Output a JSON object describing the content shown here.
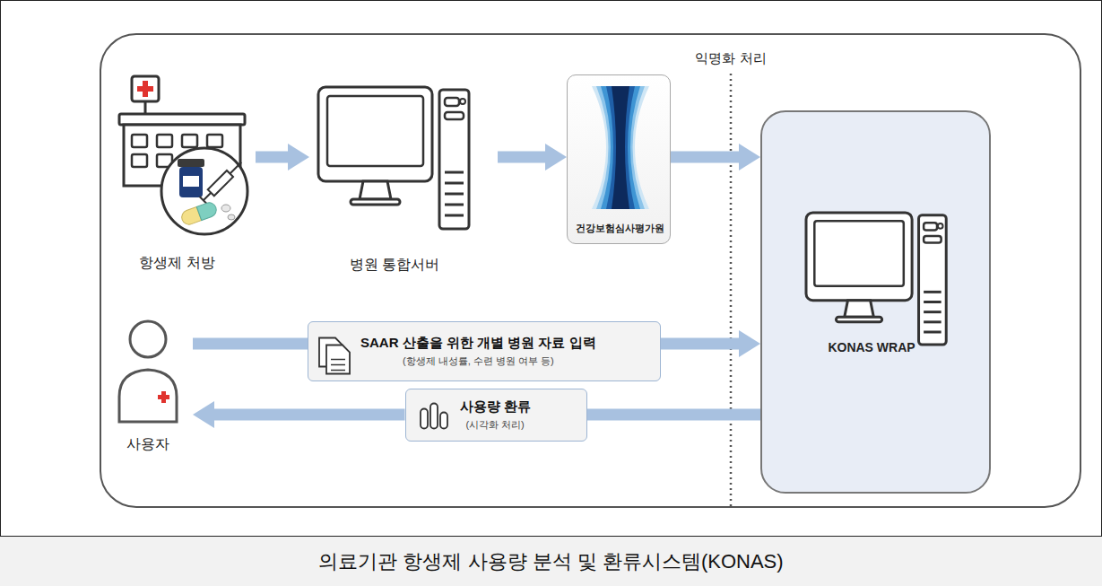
{
  "diagram": {
    "caption": "의료기관 항생제 사용량 분석 및 환류시스템(KONAS)",
    "nodes": [
      {
        "text": [
          "항생제 처방"
        ]
      },
      {
        "text": [
          "병원 통합서버"
        ]
      },
      {
        "text": [
          "건강보험심사평가원"
        ]
      },
      {
        "text": [
          "KONAS WRAP"
        ]
      },
      {
        "text": [
          "사용자"
        ]
      },
      {
        "text": [
          "SAAR 산출을 위한 개별 병원 자료 입력",
          "(항생제 내성률, 수련 병원 여부 등)"
        ]
      },
      {
        "text": [
          "사용량 환류",
          "(시각화 처리)"
        ]
      }
    ],
    "edges": [
      {
        "from": 0,
        "to": 1,
        "arrow": "to"
      },
      {
        "from": 1,
        "to": 2,
        "arrow": "to"
      },
      {
        "from": 2,
        "to": 3,
        "arrow": "to"
      },
      {
        "from": 4,
        "to": 5,
        "arrow": "none"
      },
      {
        "from": 5,
        "to": 3,
        "arrow": "to"
      },
      {
        "from": 3,
        "to": 6,
        "arrow": "none"
      },
      {
        "from": 6,
        "to": 4,
        "arrow": "to"
      }
    ],
    "labels": [
      "익명화 처리"
    ]
  }
}
